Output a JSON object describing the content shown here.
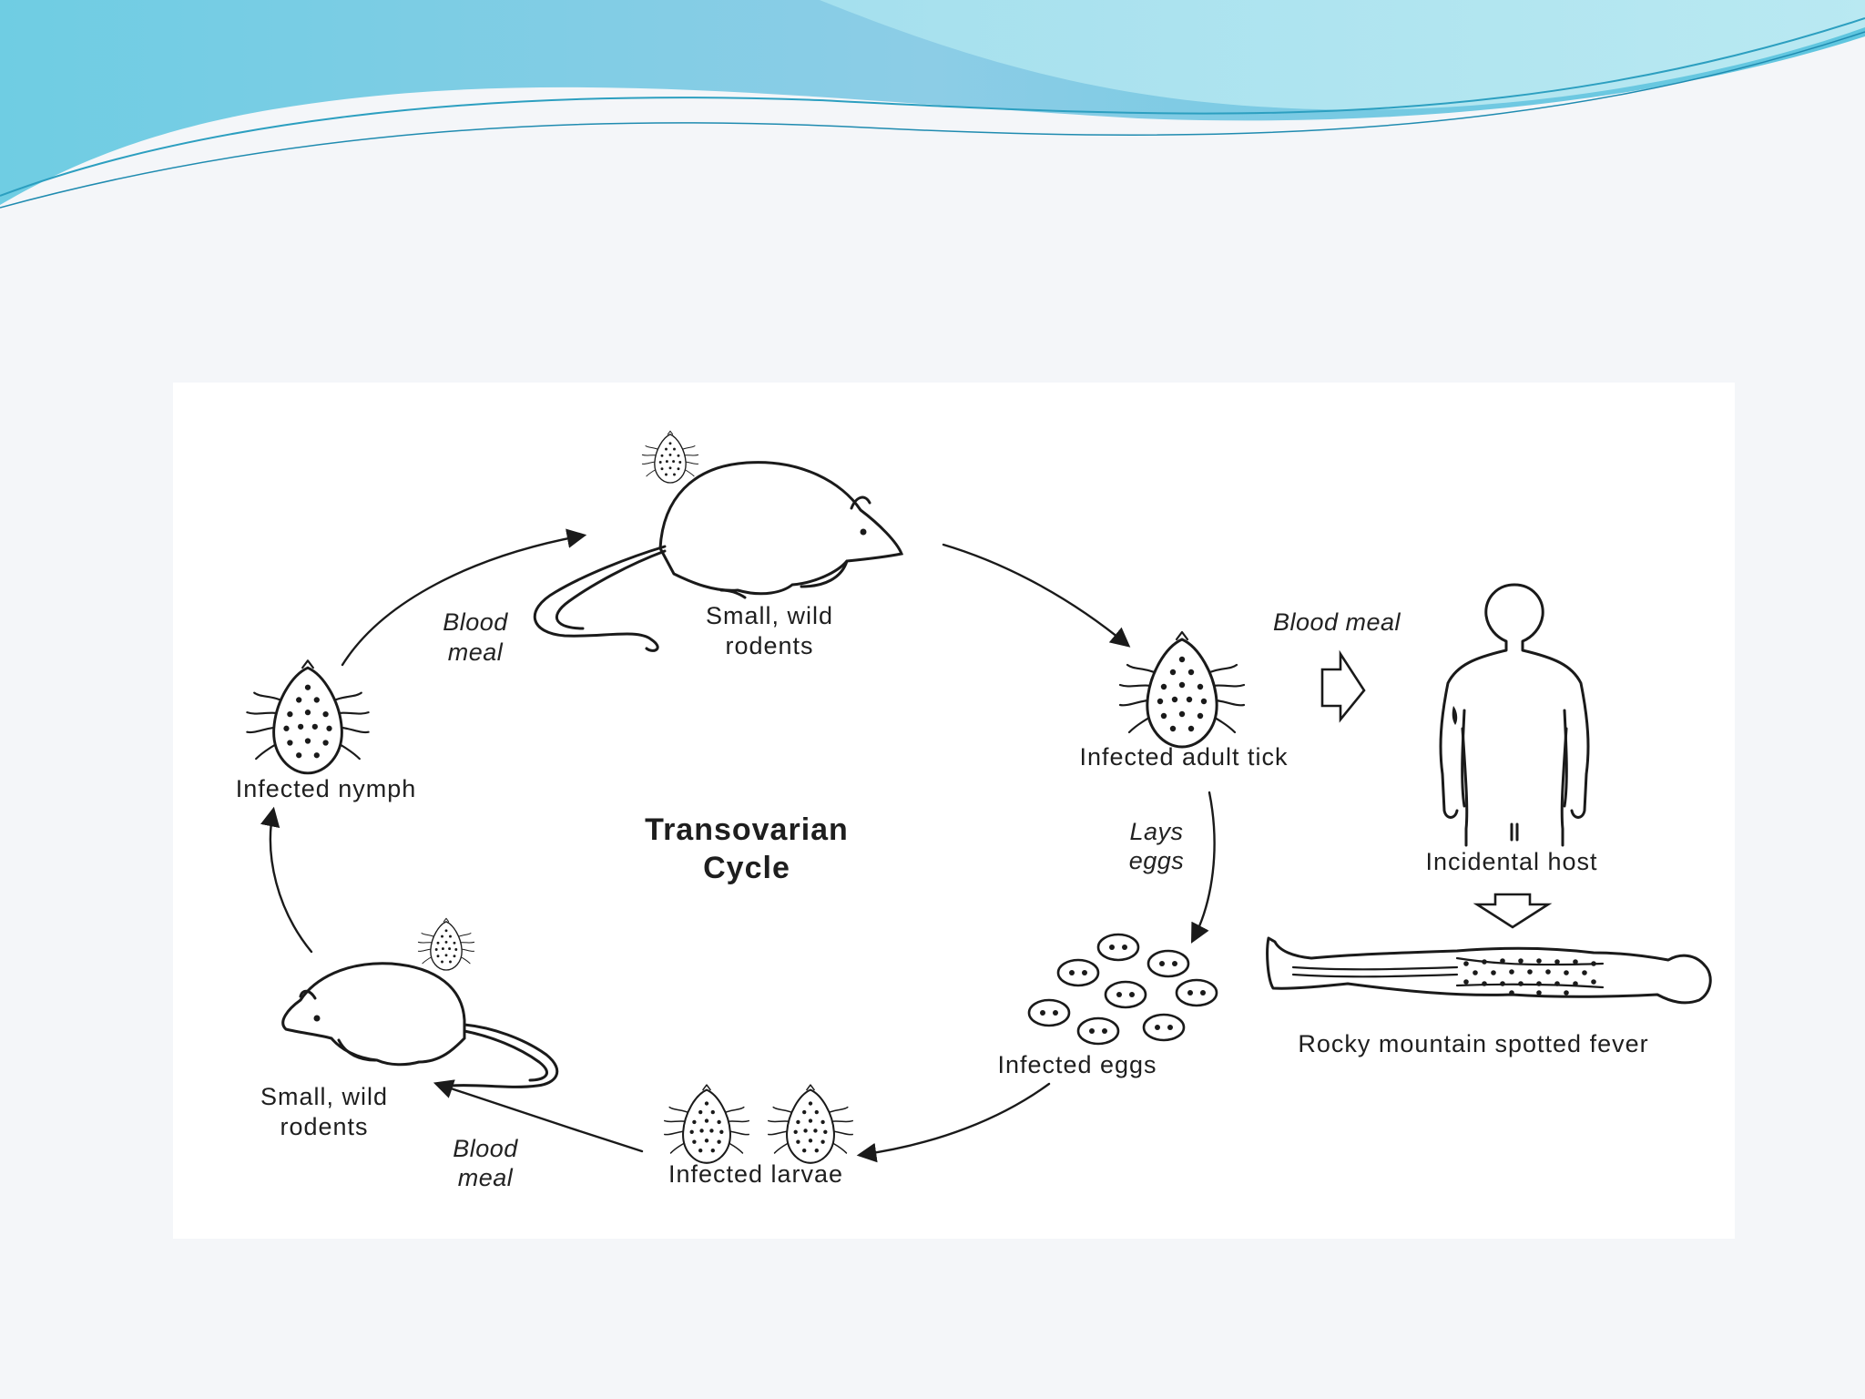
{
  "diagram": {
    "title_line1": "Transovarian",
    "title_line2": "Cycle",
    "nodes": {
      "rodents_top": {
        "line1": "Small, wild",
        "line2": "rodents"
      },
      "adult_tick": "Infected adult tick",
      "eggs": "Infected eggs",
      "larvae": "Infected larvae",
      "rodents_bottom": {
        "line1": "Small, wild",
        "line2": "rodents"
      },
      "nymph": "Infected nymph",
      "incidental_host": "Incidental host",
      "disease": "Rocky mountain spotted fever"
    },
    "edges": {
      "nymph_to_rodents": {
        "line1": "Blood",
        "line2": "meal"
      },
      "tick_to_host": "Blood meal",
      "tick_to_eggs": {
        "line1": "Lays",
        "line2": "eggs"
      },
      "larvae_to_rodents": {
        "line1": "Blood",
        "line2": "meal"
      }
    }
  },
  "colors": {
    "wave_light": "#bfe9f2",
    "wave_mid": "#7fd0e6",
    "wave_dark": "#3fb0d3",
    "ink": "#1a1a1a"
  }
}
